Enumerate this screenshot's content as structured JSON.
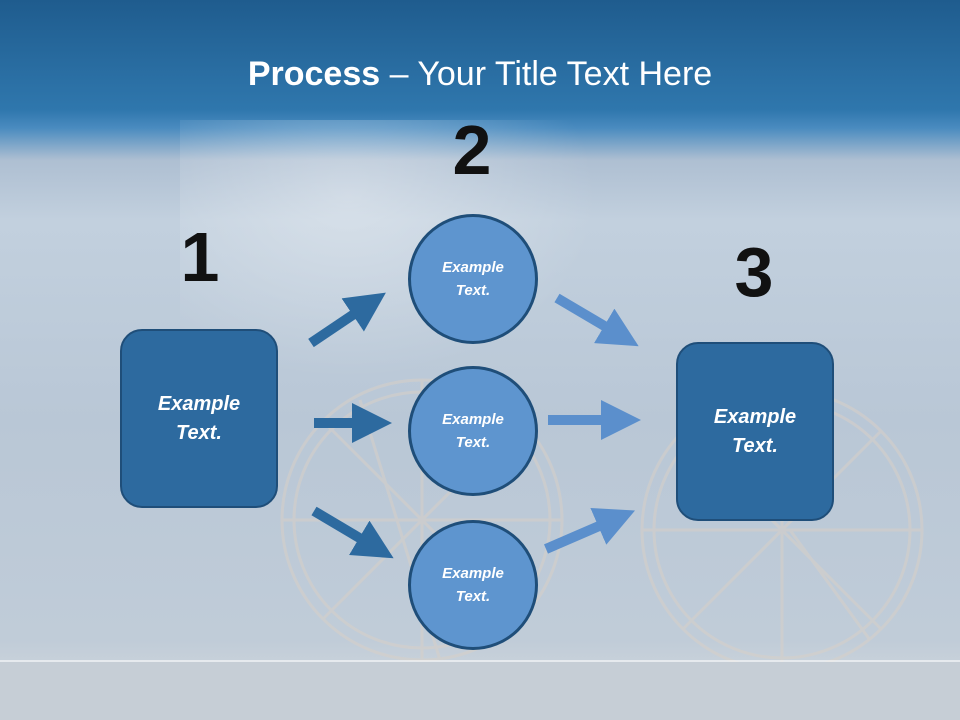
{
  "slide": {
    "title_bold": "Process",
    "title_rest": " – Your Title Text Here",
    "numbers": [
      "1",
      "2",
      "3"
    ],
    "boxes": [
      "Example\nText.",
      "Example\nText."
    ],
    "circles": [
      "Example\nText.",
      "Example\nText.",
      "Example\nText."
    ]
  },
  "colors": {
    "box_fill": "#2d6a9f",
    "circle_fill": "#5e95cf",
    "outline": "#1f4e79",
    "arrow_dark": "#2d6a9f",
    "arrow_light": "#5b8fcc"
  }
}
